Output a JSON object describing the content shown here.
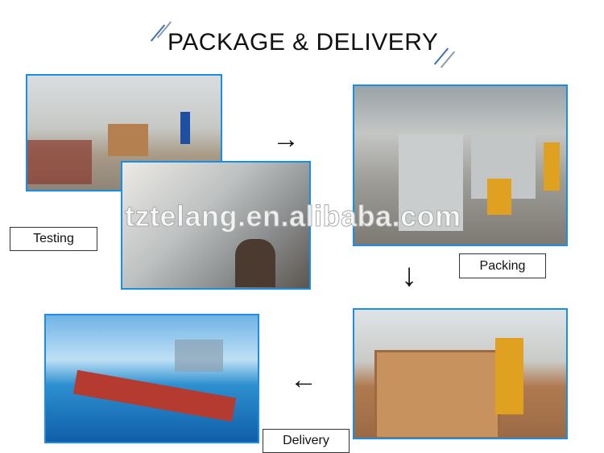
{
  "header": {
    "title": "PACKAGE & DELIVERY"
  },
  "steps": {
    "testing": "Testing",
    "packing": "Packing",
    "delivery": "Delivery"
  },
  "watermark": "tztelang.en.alibaba.com",
  "icons": {
    "right": "→",
    "down": "↓",
    "left": "←"
  },
  "colors": {
    "border": "#1a8fe0"
  }
}
